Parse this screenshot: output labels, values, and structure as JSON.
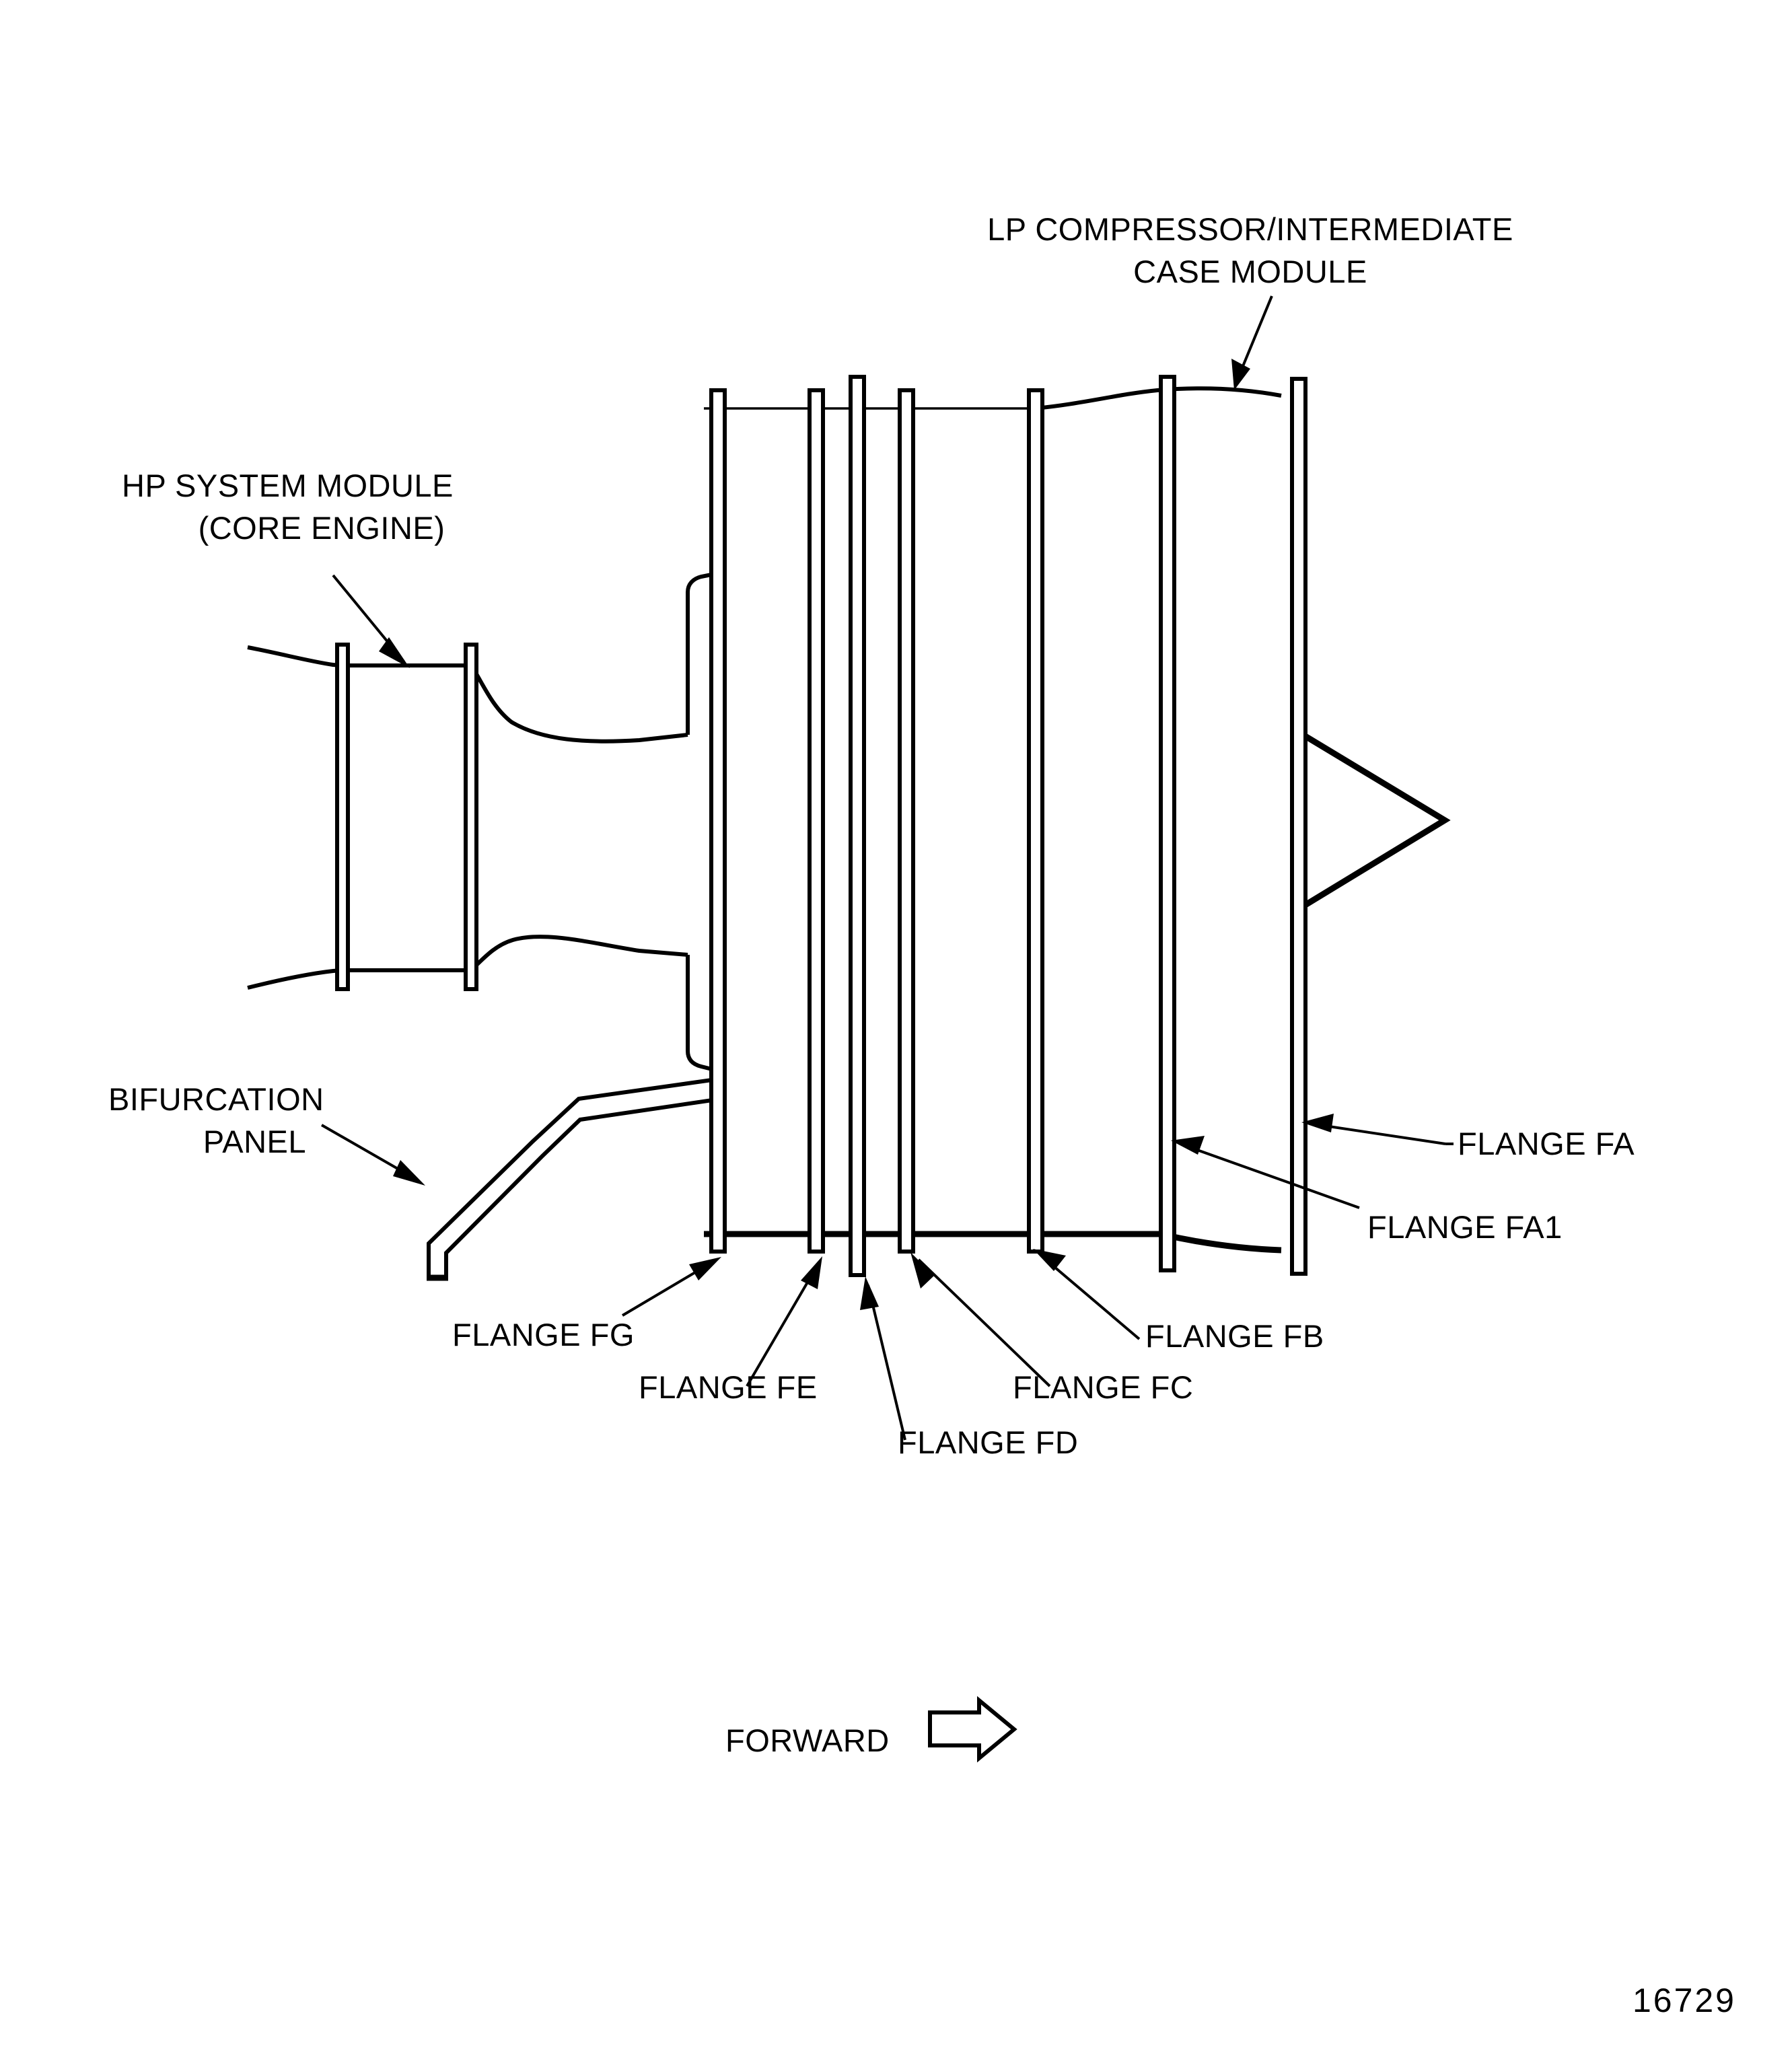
{
  "figure": {
    "number": "16729",
    "direction_note": "FORWARD",
    "direction_icon": "right-arrow-outline-icon"
  },
  "callouts": {
    "lp_compressor_line1": "LP COMPRESSOR/INTERMEDIATE",
    "lp_compressor_line2": "CASE MODULE",
    "hp_system_line1": "HP SYSTEM MODULE",
    "hp_system_line2": "(CORE ENGINE)",
    "bifurcation_line1": "BIFURCATION",
    "bifurcation_line2": "PANEL",
    "flange_fa": "FLANGE FA",
    "flange_fa1": "FLANGE FA1",
    "flange_fb": "FLANGE FB",
    "flange_fc": "FLANGE FC",
    "flange_fd": "FLANGE FD",
    "flange_fe": "FLANGE FE",
    "flange_fg": "FLANGE FG"
  },
  "flanges": [
    {
      "id": "FG",
      "label": "FLANGE FG"
    },
    {
      "id": "FE",
      "label": "FLANGE FE"
    },
    {
      "id": "FD",
      "label": "FLANGE FD"
    },
    {
      "id": "FC",
      "label": "FLANGE FC"
    },
    {
      "id": "FB",
      "label": "FLANGE FB"
    },
    {
      "id": "FA1",
      "label": "FLANGE FA1"
    },
    {
      "id": "FA",
      "label": "FLANGE FA"
    }
  ],
  "modules": [
    {
      "id": "hp-system",
      "label": "HP SYSTEM MODULE (CORE ENGINE)"
    },
    {
      "id": "lp-compressor",
      "label": "LP COMPRESSOR/INTERMEDIATE CASE MODULE"
    },
    {
      "id": "bifurcation-panel",
      "label": "BIFURCATION PANEL"
    }
  ],
  "colors": {
    "ink": "#000000",
    "paper": "#ffffff"
  }
}
